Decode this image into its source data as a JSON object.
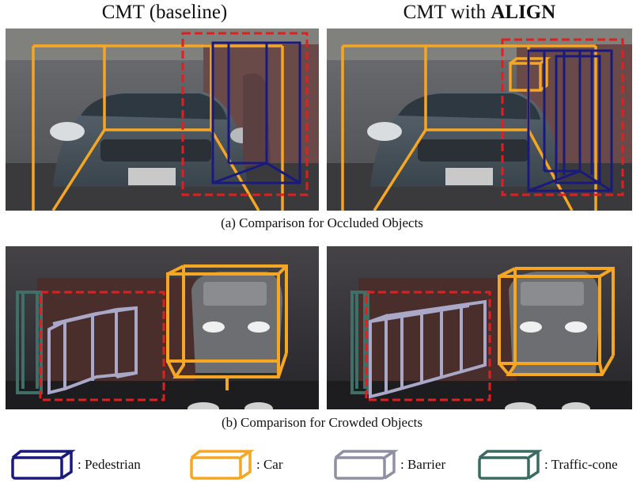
{
  "titles": {
    "left": "CMT (baseline)",
    "right_prefix": "CMT with ",
    "right_bold": "ALIGN"
  },
  "captions": {
    "occluded": "(a) Comparison for Occluded Objects",
    "crowded": "(b) Comparison for Crowded Objects"
  },
  "legend": [
    {
      "name": "pedestrian",
      "label": ": Pedestrian",
      "color": "#1a1a7e"
    },
    {
      "name": "car",
      "label": ": Car",
      "color": "#f5a623"
    },
    {
      "name": "barrier",
      "label": ": Barrier",
      "color": "#8e90a4"
    },
    {
      "name": "traffic-cone",
      "label": ": Traffic-cone",
      "color": "#3a6b63"
    }
  ],
  "colors": {
    "pedestrian": "#1a1a7e",
    "car": "#f5a623",
    "barrier": "#a9a8c8",
    "traffic_cone": "#3f6f66",
    "highlight": "#e02020"
  }
}
